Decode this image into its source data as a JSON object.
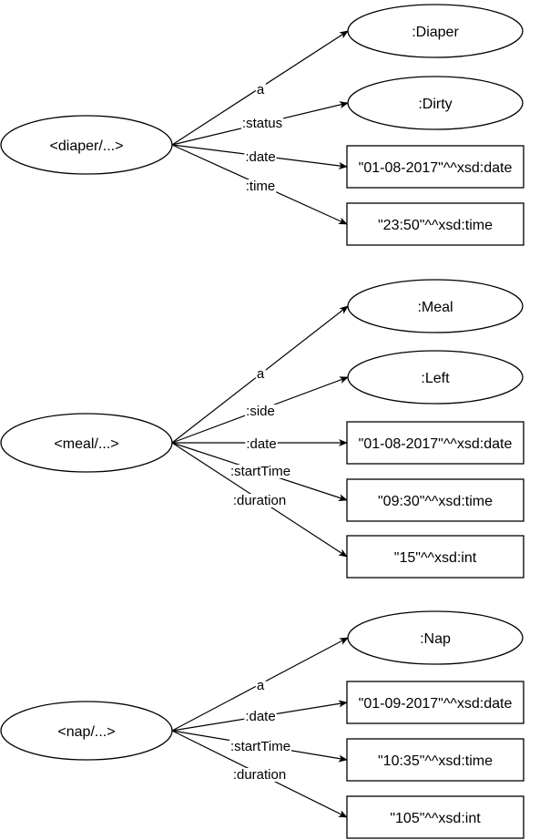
{
  "graphs": [
    {
      "subject": "<diaper/...>",
      "edges": [
        {
          "label": "a",
          "object": ":Diaper",
          "kind": "resource"
        },
        {
          "label": ":status",
          "object": ":Dirty",
          "kind": "resource"
        },
        {
          "label": ":date",
          "object": "\"01-08-2017\"^^xsd:date",
          "kind": "literal"
        },
        {
          "label": ":time",
          "object": "\"23:50\"^^xsd:time",
          "kind": "literal"
        }
      ]
    },
    {
      "subject": "<meal/...>",
      "edges": [
        {
          "label": "a",
          "object": ":Meal",
          "kind": "resource"
        },
        {
          "label": ":side",
          "object": ":Left",
          "kind": "resource"
        },
        {
          "label": ":date",
          "object": "\"01-08-2017\"^^xsd:date",
          "kind": "literal"
        },
        {
          "label": ":startTime",
          "object": "\"09:30\"^^xsd:time",
          "kind": "literal"
        },
        {
          "label": ":duration",
          "object": "\"15\"^^xsd:int",
          "kind": "literal"
        }
      ]
    },
    {
      "subject": "<nap/...>",
      "edges": [
        {
          "label": "a",
          "object": ":Nap",
          "kind": "resource"
        },
        {
          "label": ":date",
          "object": "\"01-09-2017\"^^xsd:date",
          "kind": "literal"
        },
        {
          "label": ":startTime",
          "object": "\"10:35\"^^xsd:time",
          "kind": "literal"
        },
        {
          "label": ":duration",
          "object": "\"105\"^^xsd:int",
          "kind": "literal"
        }
      ]
    }
  ]
}
